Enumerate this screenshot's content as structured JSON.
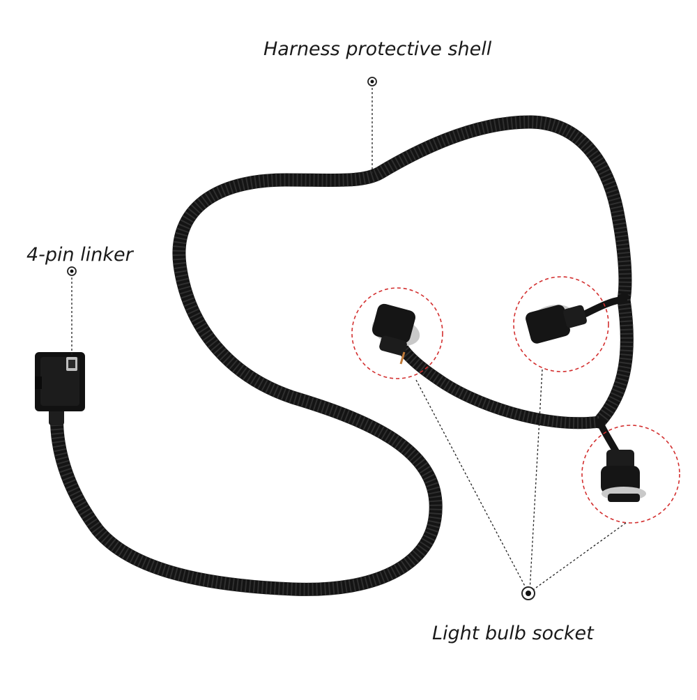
{
  "labels": {
    "harness_shell": "Harness protective shell",
    "four_pin_linker": "4-pin linker",
    "light_bulb_socket": "Light bulb socket"
  },
  "colors": {
    "cable": "#141414",
    "cable_highlight": "#3a3a3a",
    "leader": "#222222",
    "highlight_ring": "#d32f2f",
    "socket_gasket": "#c9c9c9",
    "text": "#1a1a1a"
  },
  "icons": {
    "anchor_marker": "target-dot-icon"
  }
}
